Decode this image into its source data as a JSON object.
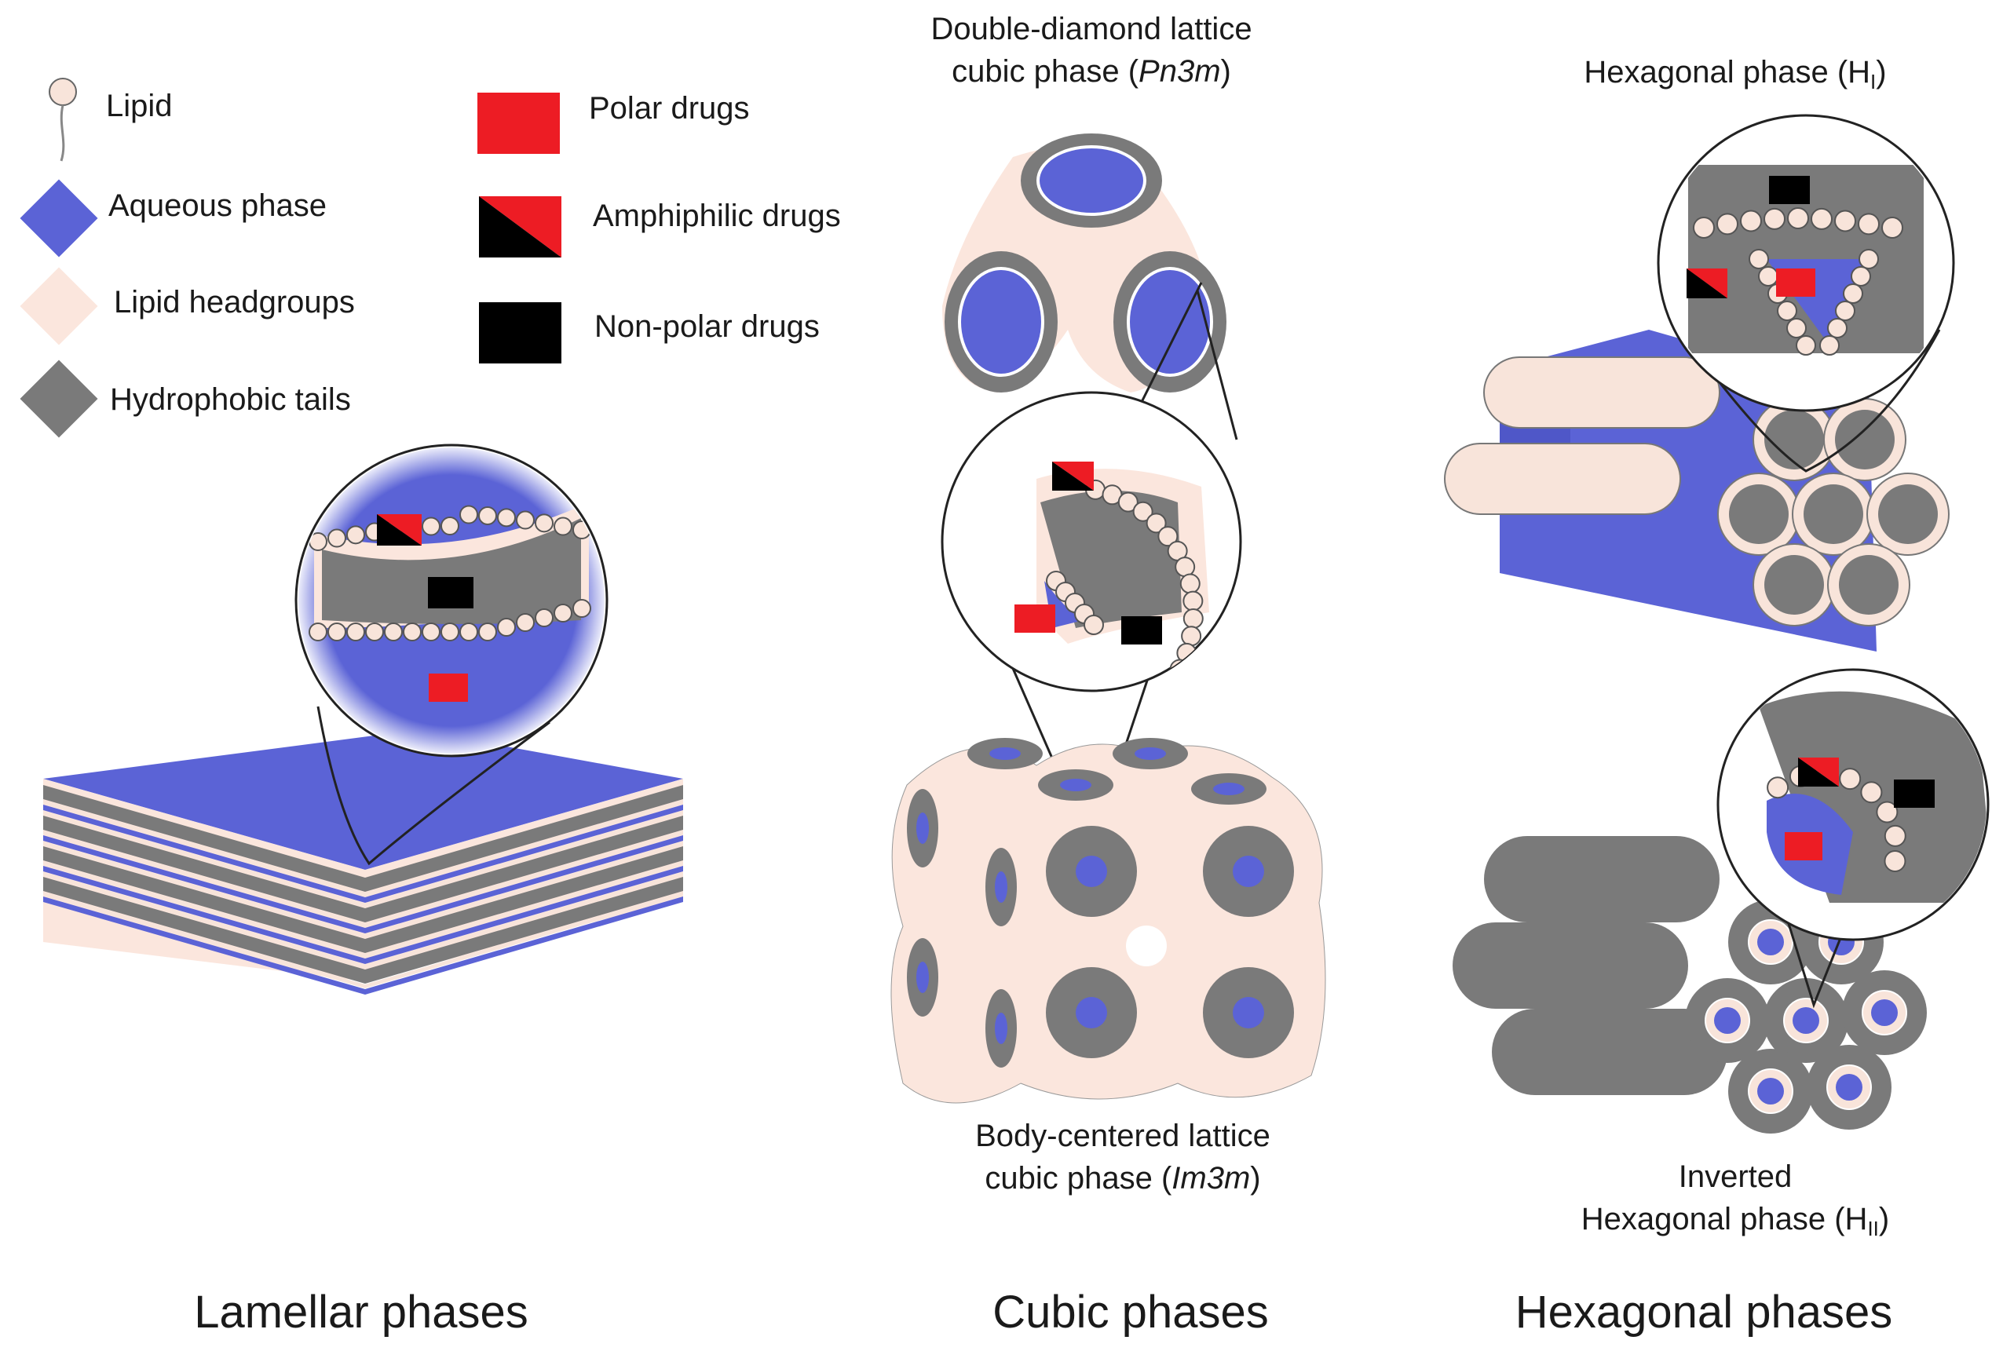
{
  "legend": {
    "lipid": "Lipid",
    "aqueous_phase": "Aqueous phase",
    "lipid_headgroups": "Lipid headgroups",
    "hydrophobic_tails": "Hydrophobic tails",
    "polar_drugs": "Polar drugs",
    "amphiphilic_drugs": "Amphiphilic drugs",
    "non_polar_drugs": "Non-polar drugs"
  },
  "cubic": {
    "pn3m_line1": "Double-diamond lattice",
    "pn3m_line2_prefix": "cubic phase (",
    "pn3m_symbol": "Pn3m",
    "pn3m_suffix": ")",
    "im3m_line1": "Body-centered lattice",
    "im3m_line2_prefix": "cubic phase (",
    "im3m_symbol": "Im3m",
    "im3m_suffix": ")"
  },
  "hexagonal": {
    "hi_prefix": "Hexagonal phase (H",
    "hi_sub": "I",
    "hi_suffix": ")",
    "hii_line1": "Inverted",
    "hii_prefix": "Hexagonal phase (H",
    "hii_sub": "II",
    "hii_suffix": ")"
  },
  "sections": {
    "lamellar": "Lamellar phases",
    "cubic": "Cubic phases",
    "hexagonal": "Hexagonal phases"
  },
  "colors": {
    "aqueous": "#5b63d6",
    "headgroup": "#f8e4da",
    "tail": "#7a7a7a",
    "polar": "#ed1c24",
    "nonpolar": "#000000"
  }
}
